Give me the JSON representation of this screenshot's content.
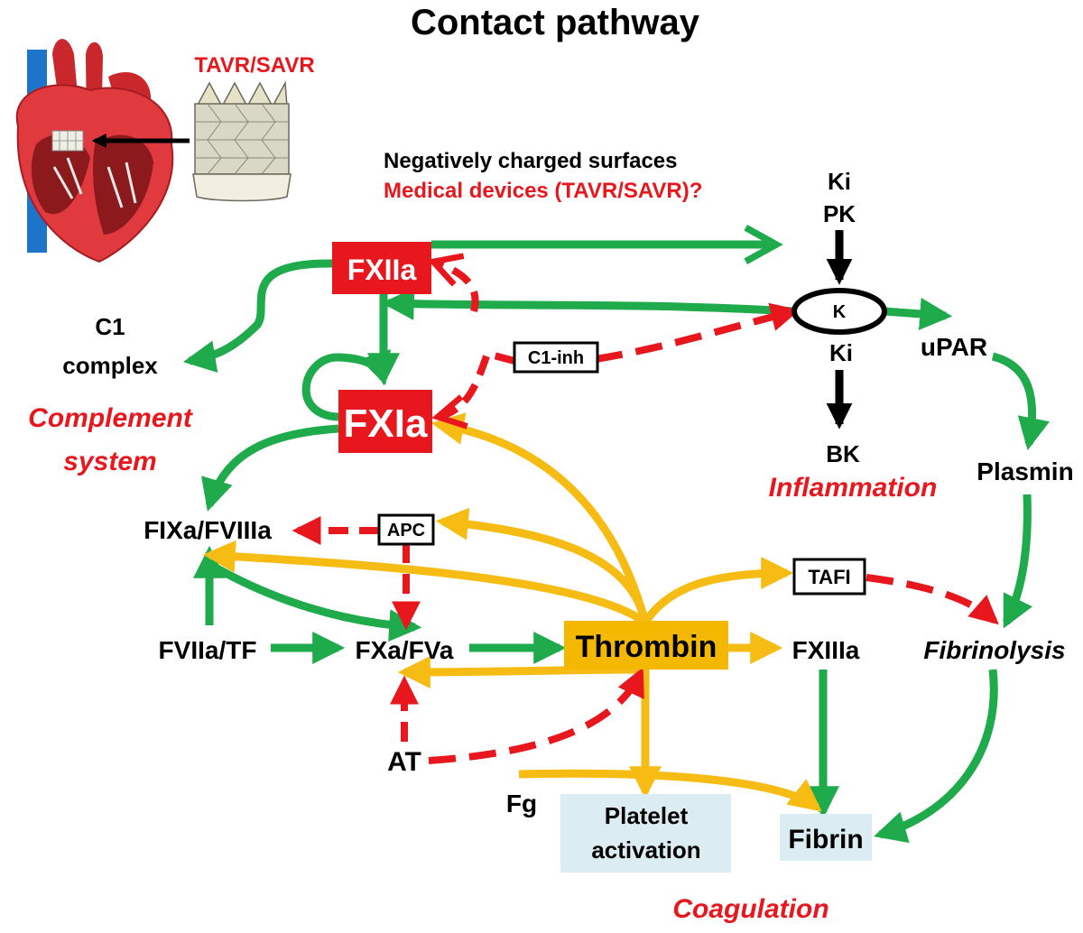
{
  "title": "Contact pathway",
  "colors": {
    "green": "#1faa4b",
    "red": "#e8171d",
    "orange": "#f7bc13",
    "thrombin_box": "#f5b800",
    "light_blue_box": "#dcecf3",
    "black": "#000000"
  },
  "top_left": {
    "heart_icon": "heart-illustration",
    "valve_icon": "valve-prosthesis-illustration",
    "tavr_label": "TAVR/SAVR"
  },
  "triggers": {
    "line1": "Negatively charged surfaces",
    "line2": "Medical devices (TAVR/SAVR)?"
  },
  "nodes": {
    "fxiia": "FXIIa",
    "fxia": "FXIa",
    "c1_complex_line1": "C1",
    "c1_complex_line2": "complex",
    "c1_inh": "C1-inh",
    "ki_top": "Ki",
    "pk": "PK",
    "k": "K",
    "ki_bottom": "Ki",
    "bk": "BK",
    "upar": "uPAR",
    "plasmin": "Plasmin",
    "fixa_fviiia": "FIXa/FVIIIa",
    "apc": "APC",
    "tafi": "TAFI",
    "fviia_tf": "FVIIa/TF",
    "fxa_fva": "FXa/FVa",
    "thrombin": "Thrombin",
    "fxiiia": "FXIIIa",
    "at": "AT",
    "fg": "Fg",
    "platelet_line1": "Platelet",
    "platelet_line2": "activation",
    "fibrin": "Fibrin"
  },
  "section_labels": {
    "complement_line1": "Complement",
    "complement_line2": "system",
    "inflammation": "Inflammation",
    "fibrinolysis": "Fibrinolysis",
    "coagulation": "Coagulation"
  }
}
